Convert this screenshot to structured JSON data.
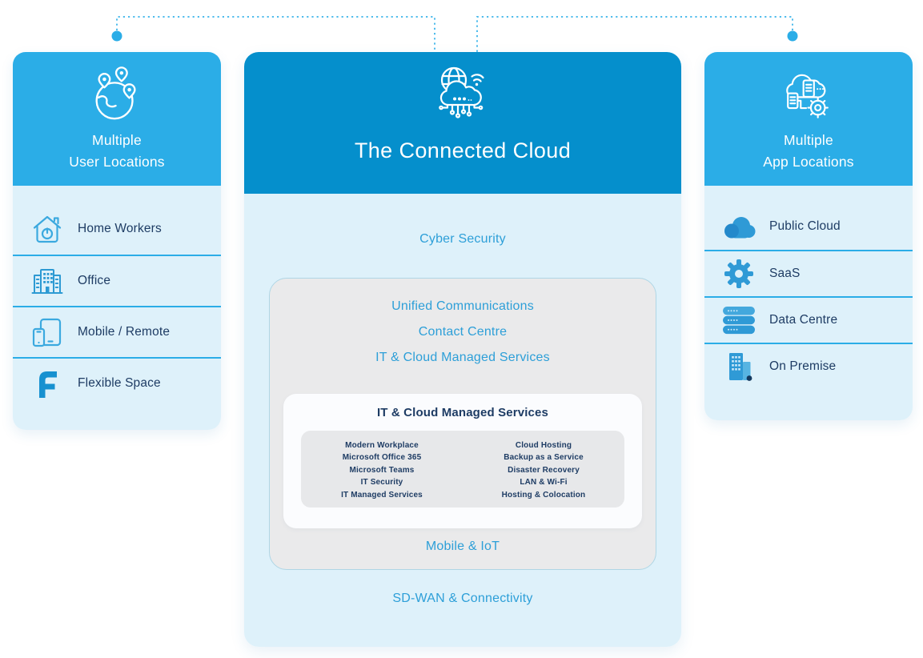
{
  "colors": {
    "accent_blue": "#2BADE7",
    "deep_blue": "#058FCC",
    "light_blue_bg": "#DEF1FA",
    "link_blue": "#2D9FD8",
    "navy_text": "#1E3C64",
    "gray_panel": "#EAEAEB",
    "white_panel": "#FBFCFE",
    "solid_icon_blue": "#2F9AD6"
  },
  "left_card": {
    "title_line1": "Multiple",
    "title_line2": "User Locations",
    "items": [
      {
        "icon": "home-power-icon",
        "label": "Home Workers"
      },
      {
        "icon": "office-building-icon",
        "label": "Office"
      },
      {
        "icon": "phone-tablet-icon",
        "label": "Mobile / Remote"
      },
      {
        "icon": "flexible-space-f-icon",
        "label": "Flexible Space"
      }
    ]
  },
  "center_card": {
    "icon": "connected-cloud-icon",
    "title": "The Connected Cloud",
    "layers": {
      "cyber_security": "Cyber Security",
      "unified_communications": "Unified Communications",
      "contact_centre": "Contact Centre",
      "it_cloud_managed_services": "IT & Cloud Managed Services",
      "mobile_iot": "Mobile & IoT",
      "sd_wan_connectivity": "SD-WAN & Connectivity"
    },
    "services_box": {
      "title": "IT & Cloud Managed Services",
      "left_column": [
        "Modern Workplace",
        "Microsoft Office 365",
        "Microsoft Teams",
        "IT Security",
        "IT Managed Services"
      ],
      "right_column": [
        "Cloud Hosting",
        "Backup as a Service",
        "Disaster Recovery",
        "LAN & Wi-Fi",
        "Hosting & Colocation"
      ]
    }
  },
  "right_card": {
    "title_line1": "Multiple",
    "title_line2": "App Locations",
    "items": [
      {
        "icon": "cloud-icon",
        "label": "Public Cloud"
      },
      {
        "icon": "gear-icon",
        "label": "SaaS"
      },
      {
        "icon": "server-stack-icon",
        "label": "Data Centre"
      },
      {
        "icon": "building-icon",
        "label": "On Premise"
      }
    ]
  }
}
